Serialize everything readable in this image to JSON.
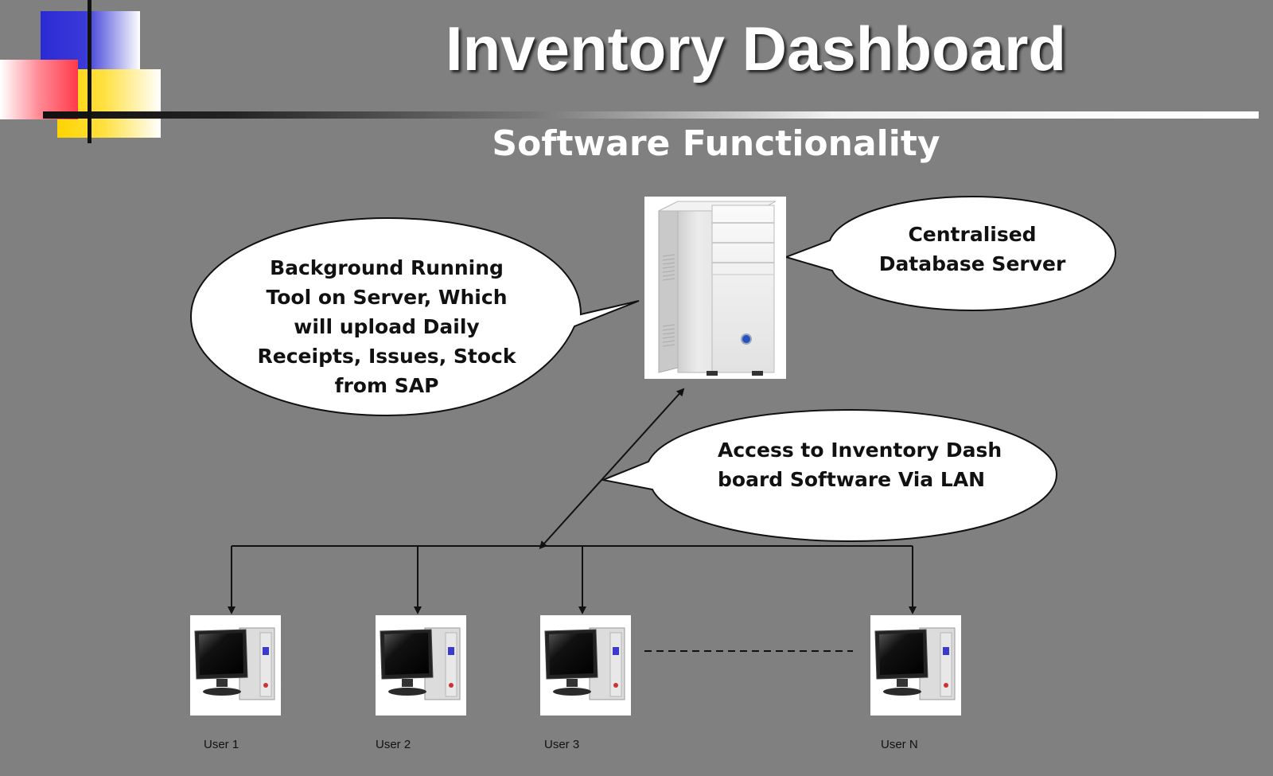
{
  "slide": {
    "title": "Inventory Dashboard",
    "subtitle": "Software Functionality"
  },
  "bubbles": {
    "background_tool": [
      "Background Running",
      "Tool on Server, Which",
      "will upload Daily",
      "Receipts, Issues, Stock",
      "from SAP"
    ],
    "central_server": [
      "Centralised",
      "Database Server"
    ],
    "lan_access": [
      "Access to Inventory Dash",
      "board Software Via LAN"
    ]
  },
  "users": [
    {
      "label": "User 1"
    },
    {
      "label": "User 2"
    },
    {
      "label": "User 3"
    },
    {
      "label": "User N"
    }
  ],
  "colors": {
    "background": "#808080",
    "title_text": "#ffffff",
    "bubble_fill": "#ffffff",
    "accent_blue": "#2b2bd6",
    "accent_red": "#ff3a4a",
    "accent_yellow": "#ffd400"
  },
  "icons": {
    "server": "server-tower-icon",
    "user_pc": "desktop-computer-icon"
  }
}
